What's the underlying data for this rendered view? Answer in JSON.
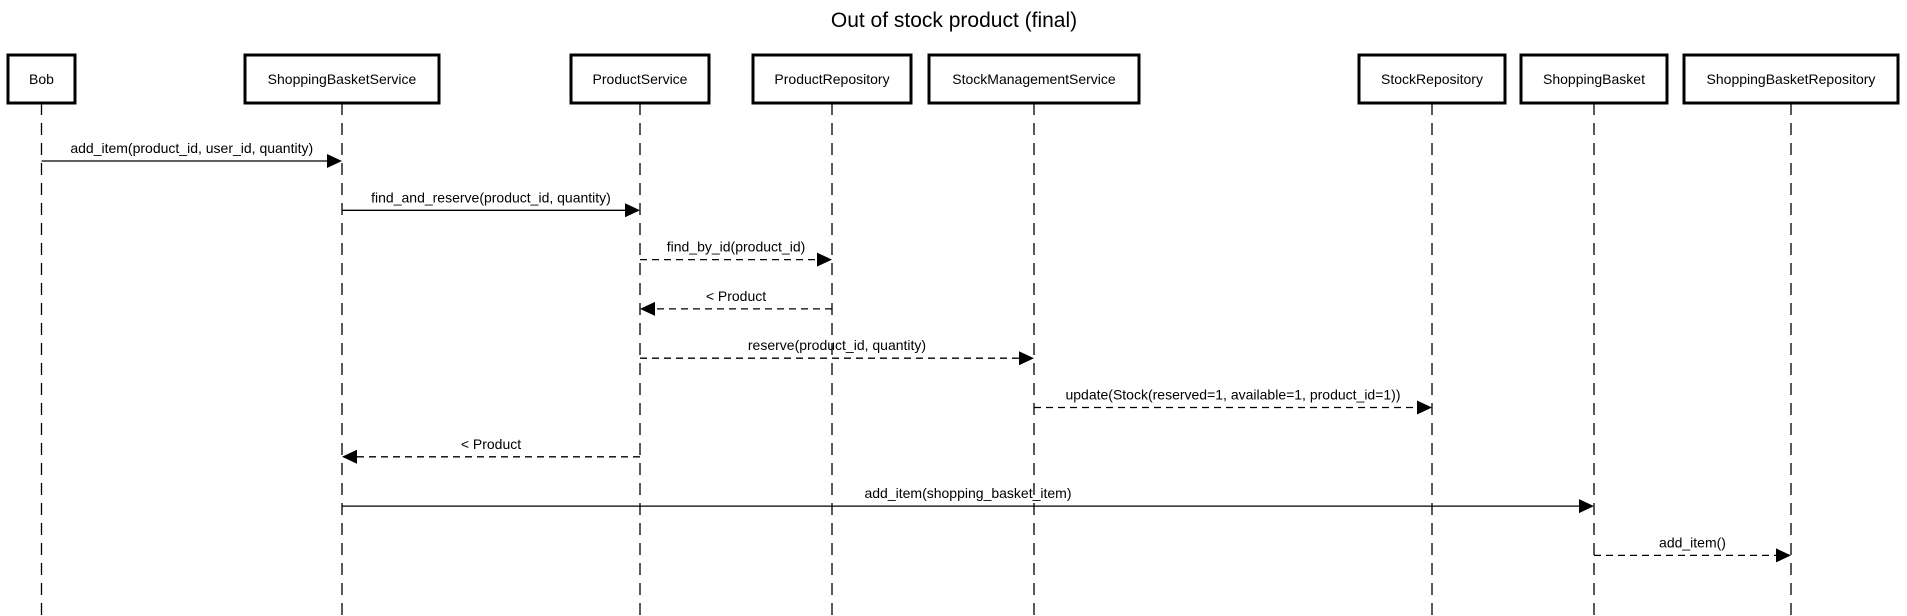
{
  "diagram": {
    "title": "Out of stock product (final)",
    "participants": [
      {
        "id": "bob",
        "label": "Bob"
      },
      {
        "id": "sbs",
        "label": "ShoppingBasketService"
      },
      {
        "id": "ps",
        "label": "ProductService"
      },
      {
        "id": "pr",
        "label": "ProductRepository"
      },
      {
        "id": "sms",
        "label": "StockManagementService"
      },
      {
        "id": "sr",
        "label": "StockRepository"
      },
      {
        "id": "sb",
        "label": "ShoppingBasket"
      },
      {
        "id": "sbr",
        "label": "ShoppingBasketRepository"
      }
    ],
    "messages": [
      {
        "from": "bob",
        "to": "sbs",
        "label": "add_item(product_id, user_id, quantity)",
        "style": "solid"
      },
      {
        "from": "sbs",
        "to": "ps",
        "label": "find_and_reserve(product_id, quantity)",
        "style": "solid"
      },
      {
        "from": "ps",
        "to": "pr",
        "label": "find_by_id(product_id)",
        "style": "dashed"
      },
      {
        "from": "pr",
        "to": "ps",
        "label": "< Product",
        "style": "dashed"
      },
      {
        "from": "ps",
        "to": "sms",
        "label": "reserve(product_id, quantity)",
        "style": "dashed"
      },
      {
        "from": "sms",
        "to": "sr",
        "label": "update(Stock(reserved=1, available=1, product_id=1))",
        "style": "dashed"
      },
      {
        "from": "ps",
        "to": "sbs",
        "label": "< Product",
        "style": "dashed"
      },
      {
        "from": "sbs",
        "to": "sb",
        "label": "add_item(shopping_basket_item)",
        "style": "solid"
      },
      {
        "from": "sb",
        "to": "sbr",
        "label": "add_item()",
        "style": "dashed"
      }
    ]
  }
}
